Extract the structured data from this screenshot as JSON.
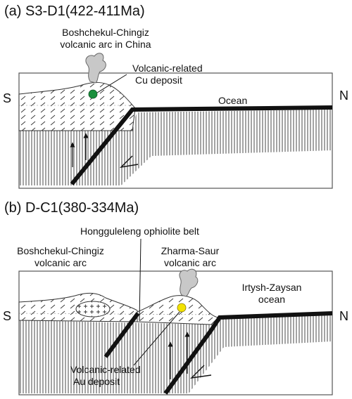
{
  "panel_a": {
    "title": "(a) S3-D1(422-411Ma)",
    "arc_line1": "Boshchekul-Chingiz",
    "arc_line2": "volcanic arc in China",
    "deposit_line1": "Volcanic-related",
    "deposit_line2": "Cu deposit",
    "ocean": "Ocean",
    "left": "S",
    "right": "N",
    "deposit_color": "#1a8f3c"
  },
  "panel_b": {
    "title": "(b) D-C1(380-334Ma)",
    "ophiolite": "Hongguleleng ophiolite belt",
    "arc1_line1": "Boshchekul-Chingiz",
    "arc1_line2": "volcanic arc",
    "arc2_line1": "Zharma-Saur",
    "arc2_line2": "volcanic arc",
    "ocean_line1": "Irtysh-Zaysan",
    "ocean_line2": "ocean",
    "deposit_line1": "Volcanic-related",
    "deposit_line2": "Au deposit",
    "left": "S",
    "right": "N",
    "deposit_color": "#f2e200"
  }
}
